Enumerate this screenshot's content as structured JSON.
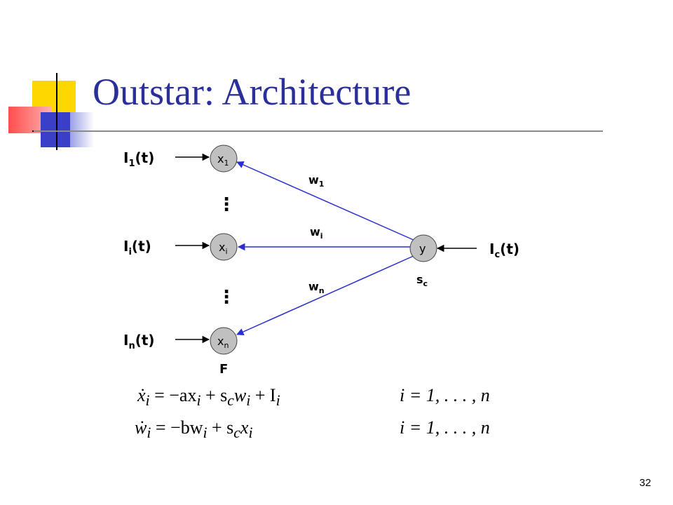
{
  "slide": {
    "title": "Outstar: Architecture",
    "page_number": "32"
  },
  "diagram": {
    "inputs": [
      {
        "base": "I",
        "sub": "1",
        "suffix": "(t)"
      },
      {
        "base": "I",
        "sub": "i",
        "suffix": "(t)"
      },
      {
        "base": "I",
        "sub": "n",
        "suffix": "(t)"
      }
    ],
    "nodes": [
      {
        "base": "x",
        "sub": "1"
      },
      {
        "base": "x",
        "sub": "i"
      },
      {
        "base": "x",
        "sub": "n"
      }
    ],
    "weights": [
      {
        "base": "w",
        "sub": "1"
      },
      {
        "base": "w",
        "sub": "i"
      },
      {
        "base": "w",
        "sub": "n"
      }
    ],
    "ellipsis": "⋮",
    "layer_label": "F",
    "source_node": "y",
    "source_input": {
      "base": "I",
      "sub": "c",
      "suffix": "(t)"
    },
    "source_signal": {
      "base": "s",
      "sub": "c"
    },
    "colors": {
      "edge": "#2b2fd0",
      "node_fill": "#c0c0c0",
      "title": "#2b2f9a"
    }
  },
  "equations": {
    "eq1_lhs": "ẋ",
    "eq1_sub": "i",
    "eq1_rhs": " = −ax",
    "eq1_rest": " + s",
    "eq1_c": "c",
    "eq1_w": "w",
    "eq1_i2": "i",
    "eq1_plus": " + I",
    "eq1_i3": "i",
    "eq1_range": "i = 1, . . . , n",
    "eq2_lhs": "ẇ",
    "eq2_sub": "i",
    "eq2_rhs": " = −bw",
    "eq2_rest": " + s",
    "eq2_c": "c",
    "eq2_x": "x",
    "eq2_i2": "i",
    "eq2_range": "i = 1, . . . , n"
  }
}
